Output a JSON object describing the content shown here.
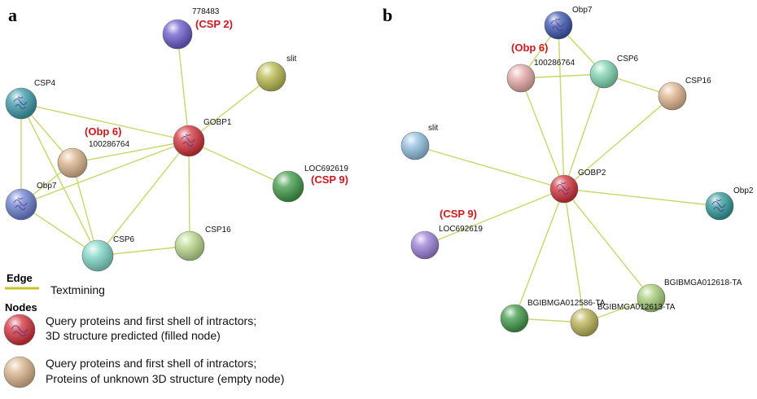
{
  "panel_a": {
    "letter": "a",
    "nodes": [
      {
        "id": "778483",
        "label": "778483",
        "annotation": "(CSP 2)",
        "color": "#6a5acd"
      },
      {
        "id": "slit",
        "label": "slit",
        "annotation": "",
        "color": "#b9bb4e"
      },
      {
        "id": "CSP4",
        "label": "CSP4",
        "annotation": "",
        "color": "#3a9aaa",
        "structure": true
      },
      {
        "id": "GOBP1",
        "label": "GOBP1",
        "annotation": "",
        "color": "#d2303a",
        "structure": true
      },
      {
        "id": "100286764",
        "label": "100286764",
        "annotation": "(Obp 6)",
        "color": "#d9b48a"
      },
      {
        "id": "LOC692619",
        "label": "LOC692619",
        "annotation": "(CSP 9)",
        "color": "#3f9a48"
      },
      {
        "id": "Obp7",
        "label": "Obp7",
        "annotation": "",
        "color": "#6a7fd0",
        "structure": true
      },
      {
        "id": "CSP6",
        "label": "CSP6",
        "annotation": "",
        "color": "#7fd6c8"
      },
      {
        "id": "CSP16",
        "label": "CSP16",
        "annotation": "",
        "color": "#b8d88a"
      }
    ],
    "edges": [
      [
        "GOBP1",
        "778483"
      ],
      [
        "GOBP1",
        "slit"
      ],
      [
        "GOBP1",
        "CSP4"
      ],
      [
        "GOBP1",
        "100286764"
      ],
      [
        "GOBP1",
        "LOC692619"
      ],
      [
        "GOBP1",
        "Obp7"
      ],
      [
        "GOBP1",
        "CSP6"
      ],
      [
        "GOBP1",
        "CSP16"
      ],
      [
        "CSP4",
        "100286764"
      ],
      [
        "CSP4",
        "Obp7"
      ],
      [
        "CSP4",
        "CSP6"
      ],
      [
        "100286764",
        "Obp7"
      ],
      [
        "100286764",
        "CSP6"
      ],
      [
        "Obp7",
        "CSP6"
      ],
      [
        "CSP6",
        "CSP16"
      ]
    ]
  },
  "panel_b": {
    "letter": "b",
    "nodes": [
      {
        "id": "Obp7",
        "label": "Obp7",
        "annotation": "",
        "color": "#3c55b0",
        "structure": true
      },
      {
        "id": "100286764",
        "label": "100286764",
        "annotation": "(Obp 6)",
        "color": "#e6a9a9"
      },
      {
        "id": "CSP6",
        "label": "CSP6",
        "annotation": "",
        "color": "#7fd6b2"
      },
      {
        "id": "CSP16",
        "label": "CSP16",
        "annotation": "",
        "color": "#e2b48e"
      },
      {
        "id": "slit",
        "label": "slit",
        "annotation": "",
        "color": "#8fbfe0"
      },
      {
        "id": "GOBP2",
        "label": "GOBP2",
        "annotation": "",
        "color": "#d2303a",
        "structure": true
      },
      {
        "id": "Obp2",
        "label": "Obp2",
        "annotation": "",
        "color": "#2f9a9a",
        "structure": true
      },
      {
        "id": "LOC692619",
        "label": "LOC692619",
        "annotation": "(CSP 9)",
        "color": "#9a7fd8"
      },
      {
        "id": "BGIBMGA012618-TA",
        "label": "BGIBMGA012618-TA",
        "annotation": "",
        "color": "#a6cf78"
      },
      {
        "id": "BGIBMGA012586-TA",
        "label": "BGIBMGA012586-TA",
        "annotation": "",
        "color": "#3f9a48"
      },
      {
        "id": "BGIBMGA012613-TA",
        "label": "BGIBMGA012613-TA",
        "annotation": "",
        "color": "#b9b255"
      }
    ],
    "edges": [
      [
        "GOBP2",
        "Obp7"
      ],
      [
        "GOBP2",
        "100286764"
      ],
      [
        "GOBP2",
        "CSP6"
      ],
      [
        "GOBP2",
        "CSP16"
      ],
      [
        "GOBP2",
        "slit"
      ],
      [
        "GOBP2",
        "Obp2"
      ],
      [
        "GOBP2",
        "LOC692619"
      ],
      [
        "GOBP2",
        "BGIBMGA012618-TA"
      ],
      [
        "GOBP2",
        "BGIBMGA012586-TA"
      ],
      [
        "GOBP2",
        "BGIBMGA012613-TA"
      ],
      [
        "Obp7",
        "CSP6"
      ],
      [
        "Obp7",
        "100286764"
      ],
      [
        "100286764",
        "CSP6"
      ],
      [
        "CSP6",
        "CSP16"
      ],
      [
        "BGIBMGA012586-TA",
        "BGIBMGA012613-TA"
      ],
      [
        "BGIBMGA012613-TA",
        "BGIBMGA012618-TA"
      ]
    ]
  },
  "legend": {
    "edge_title": "Edge",
    "edge_label": "Textmining",
    "edge_color": "#c8c22a",
    "nodes_title": "Nodes",
    "filled_line1": "Query proteins and first shell of intractors;",
    "filled_line2": "3D structure predicted (filled node)",
    "filled_color": "#d2303a",
    "empty_line1": "Query proteins and first shell of intractors;",
    "empty_line2": "Proteins of unknown 3D structure (empty node)",
    "empty_color": "#d9b48a"
  }
}
